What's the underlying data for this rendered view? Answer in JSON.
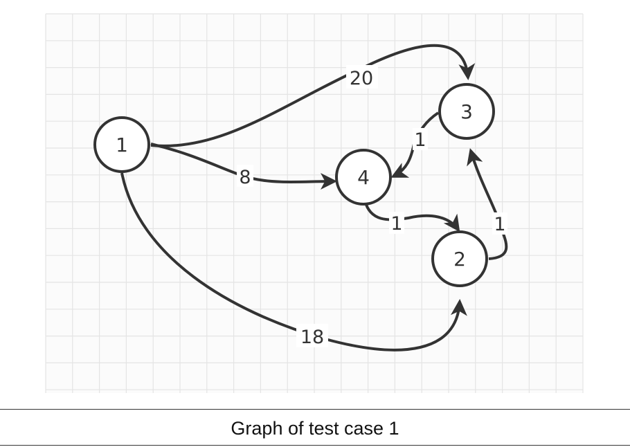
{
  "diagram": {
    "nodes": [
      {
        "id": "1",
        "label": "1"
      },
      {
        "id": "2",
        "label": "2"
      },
      {
        "id": "3",
        "label": "3"
      },
      {
        "id": "4",
        "label": "4"
      }
    ],
    "edges": [
      {
        "from": "1",
        "to": "3",
        "weight": "20"
      },
      {
        "from": "1",
        "to": "4",
        "weight": "8"
      },
      {
        "from": "1",
        "to": "2",
        "weight": "18"
      },
      {
        "from": "3",
        "to": "4",
        "weight": "1"
      },
      {
        "from": "4",
        "to": "2",
        "weight": "1"
      },
      {
        "from": "2",
        "to": "3",
        "weight": "1"
      }
    ],
    "colors": {
      "stroke": "#333333",
      "grid": "#e4e4e4",
      "background": "#ffffff"
    }
  },
  "caption": "Graph of test case 1"
}
